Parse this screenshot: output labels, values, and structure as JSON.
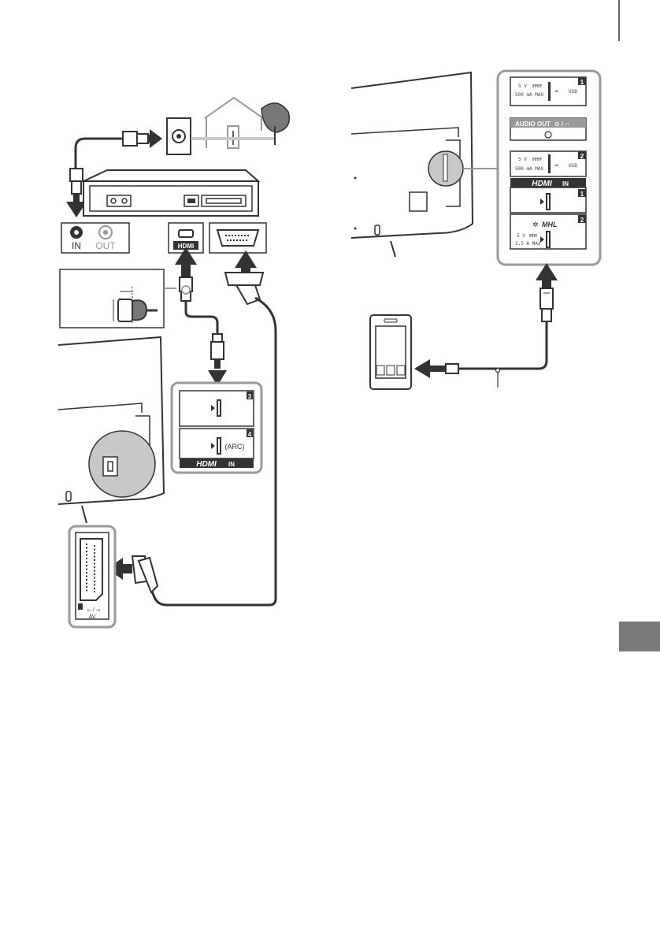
{
  "antenna_jack": {
    "in_label": "IN",
    "out_label": "OUT"
  },
  "hdmi_badge": "HDMI",
  "tv_left_panel": {
    "port_3_number": "3",
    "port_4_number": "4",
    "arc_label": "(ARC)",
    "hdmi_in_logo": "HDMI",
    "hdmi_in_suffix": "IN"
  },
  "scart_panel": {
    "icon_text": "⭠ / ⭢",
    "av_label": "AV"
  },
  "right_panel": {
    "usb1": {
      "number": "1",
      "voltage": "5 V",
      "current": "500 mA MAX",
      "usb_label": "USB"
    },
    "audio_out": {
      "label": "AUDIO OUT",
      "symbols": "⊙ / ∩"
    },
    "usb2": {
      "number": "2",
      "voltage": "5 V",
      "current": "500 mA MAX",
      "usb_label": "USB"
    },
    "hdmi_in_logo": "HDMI",
    "hdmi_in_suffix": "IN",
    "hdmi1_number": "1",
    "hdmi2_number": "2",
    "mhl_label": "MHL",
    "mhl_voltage": "5 V",
    "mhl_current": "1.5 A MAX"
  },
  "colors": {
    "line": "#333333",
    "gray": "#999999",
    "light_gray": "#c8c8c8",
    "tab": "#7a7a7a"
  }
}
